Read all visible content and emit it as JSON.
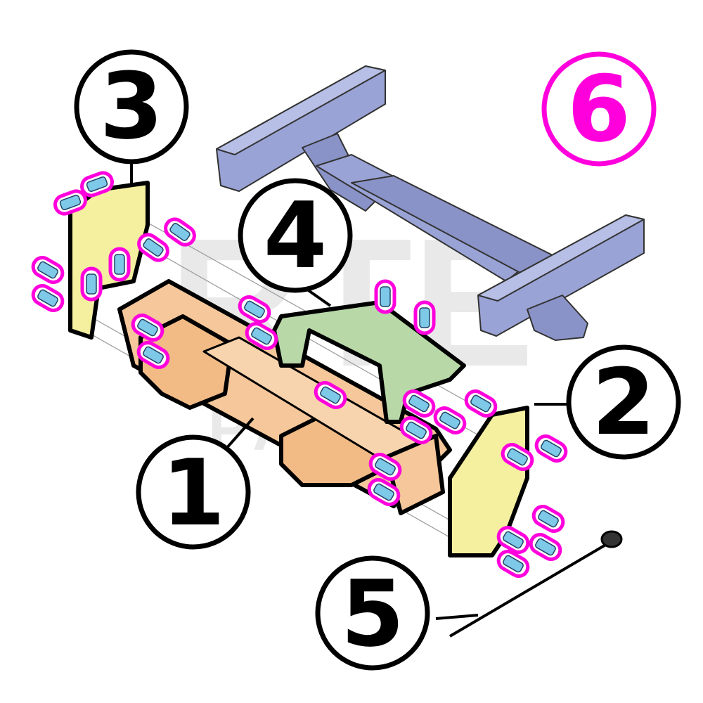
{
  "diagram": {
    "watermark": {
      "line1": "RTE",
      "line2": "PARTS"
    },
    "callouts": [
      {
        "id": "1",
        "label": "1",
        "part": "main-crossbar"
      },
      {
        "id": "2",
        "label": "2",
        "part": "right-mounting-bracket"
      },
      {
        "id": "3",
        "label": "3",
        "part": "left-mounting-bracket"
      },
      {
        "id": "4",
        "label": "4",
        "part": "center-support-bracket"
      },
      {
        "id": "5",
        "label": "5",
        "part": "safety-cable"
      },
      {
        "id": "6",
        "label": "6",
        "part": "vehicle-frame"
      }
    ],
    "colors": {
      "callout_default": "#000000",
      "callout_highlight": "#ff00dd",
      "crossbar": "#f5c79a",
      "side_bracket": "#f5f0a0",
      "center_bracket": "#b8d8a8",
      "vehicle_frame": "#9aa3d6",
      "fastener_ring": "#ff00dd",
      "fastener_fill": "#7ec8e8"
    }
  }
}
